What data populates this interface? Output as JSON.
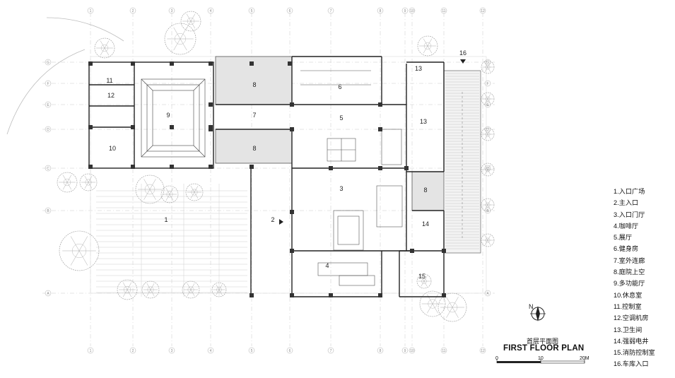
{
  "title_cn": "首层平面图",
  "title_en": "FIRST FLOOR PLAN",
  "north_label": "N",
  "scale_bar": {
    "labels": [
      "0",
      "10",
      "20M"
    ]
  },
  "room_numbers": [
    "1",
    "2",
    "3",
    "4",
    "5",
    "6",
    "7",
    "8",
    "8",
    "8",
    "9",
    "10",
    "11",
    "12",
    "13",
    "13",
    "14",
    "15",
    "16"
  ],
  "legend": [
    "1.入口广场",
    "2.主入口",
    "3.入口门厅",
    "4.咖啡厅",
    "5.展厅",
    "6.健身房",
    "7.室外连廊",
    "8.庭院上空",
    "9.多功能厅",
    "10.休息室",
    "11.控制室",
    "12.空调机房",
    "13.卫生间",
    "14.强弱电井",
    "15.消防控制室",
    "16.车库入口"
  ],
  "grid_labels": {
    "top": [
      "1",
      "2",
      "3",
      "4",
      "5",
      "6",
      "7",
      "8",
      "9",
      "10",
      "11",
      "12"
    ],
    "left": [
      "G",
      "F",
      "E",
      "D",
      "C",
      "B",
      "A"
    ]
  }
}
